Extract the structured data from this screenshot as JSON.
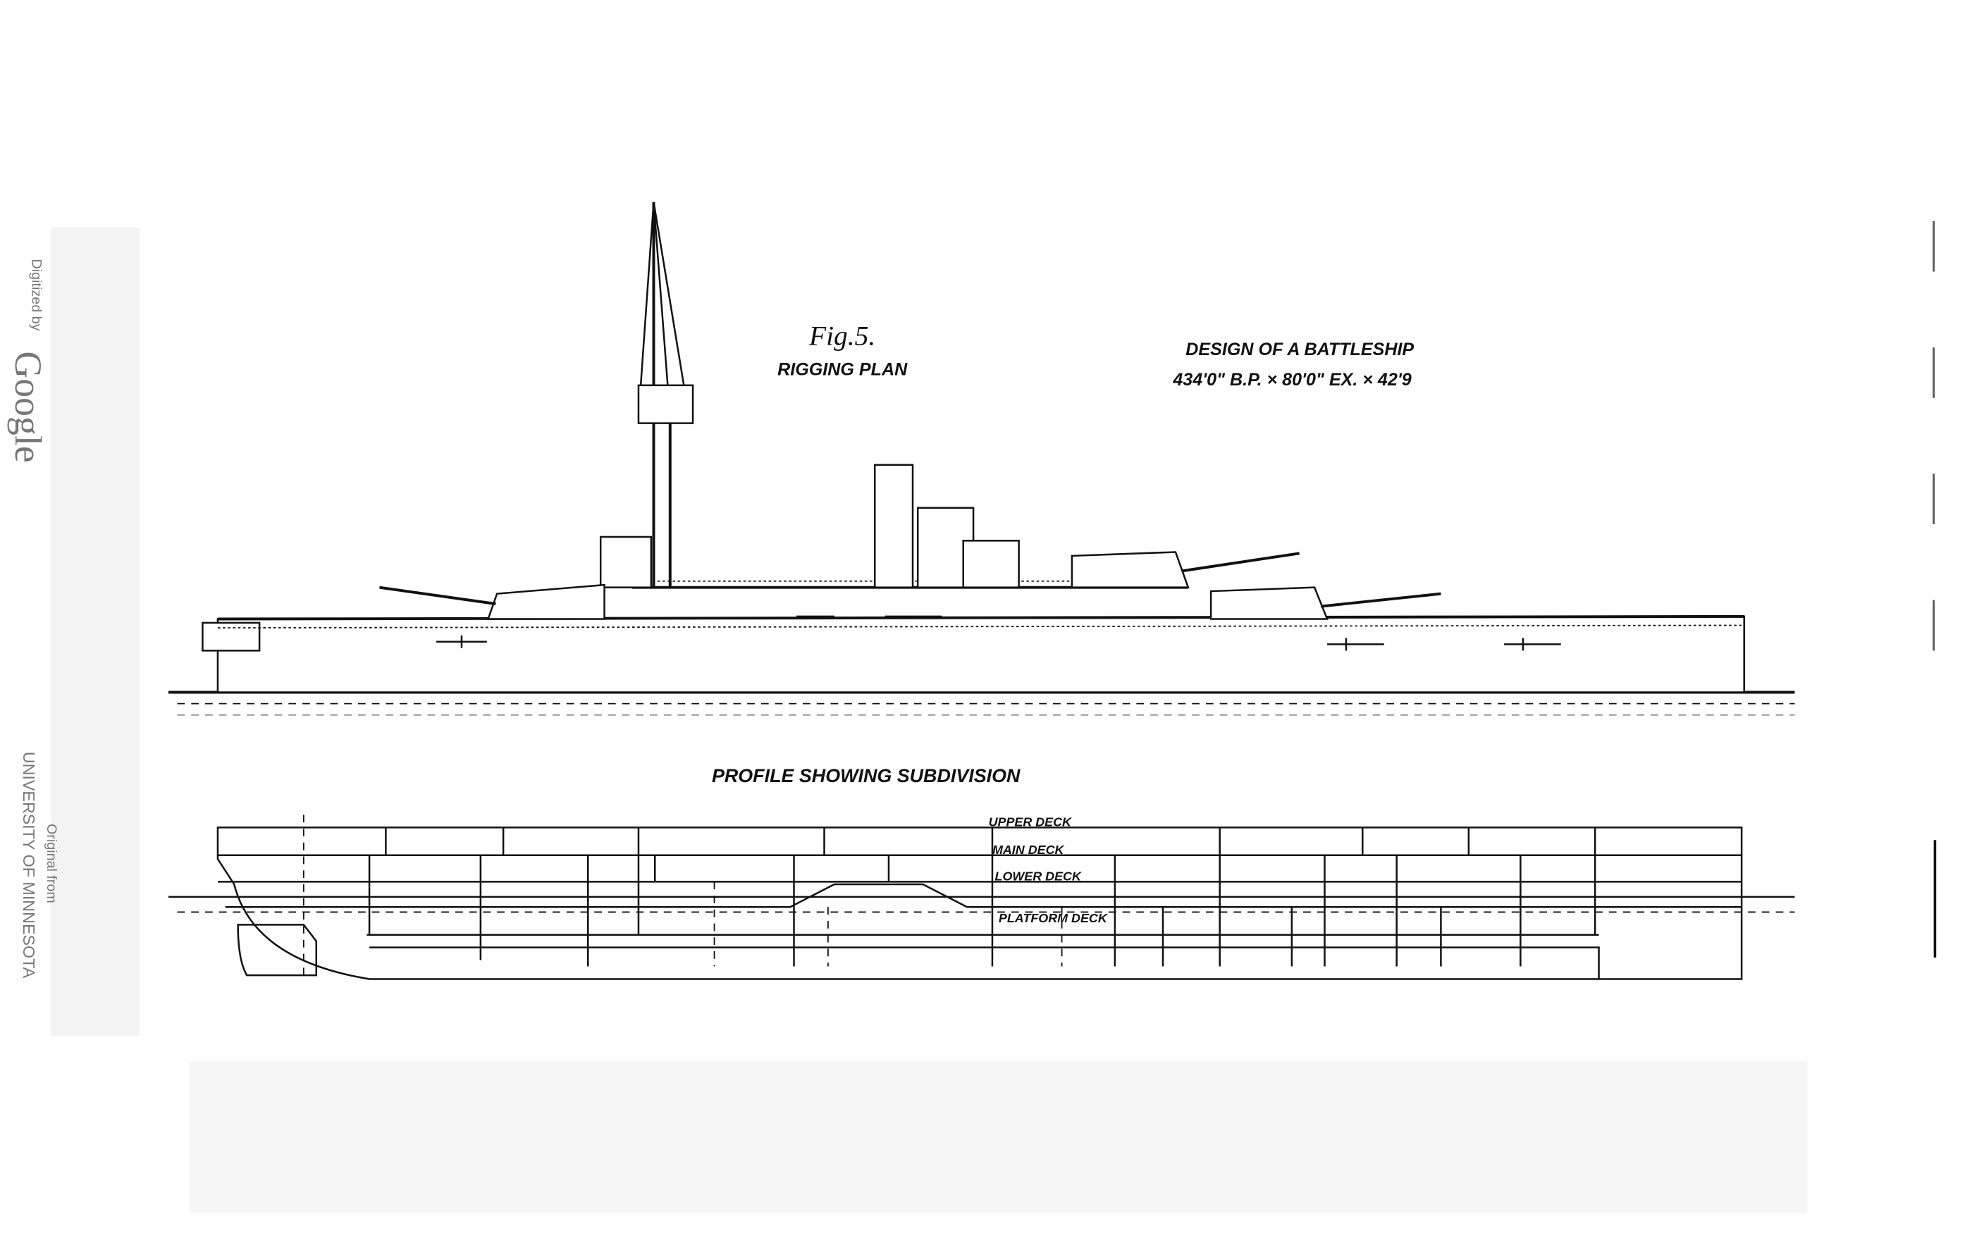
{
  "watermark": {
    "digitized_by": "Digitized by",
    "google": "Google",
    "original_from": "Original from",
    "university": "UNIVERSITY OF MINNESOTA"
  },
  "figure": {
    "number": "Fig.5.",
    "subtitle": "RIGGING PLAN",
    "design_title": "DESIGN OF A BATTLESHIP",
    "dimensions": "434'0\" B.P. × 80'0\" EX. × 42'9"
  },
  "profile": {
    "title": "PROFILE SHOWING SUBDIVISION",
    "decks": [
      "UPPER DECK",
      "MAIN DECK",
      "LOWER DECK",
      "PLATFORM DECK"
    ]
  }
}
